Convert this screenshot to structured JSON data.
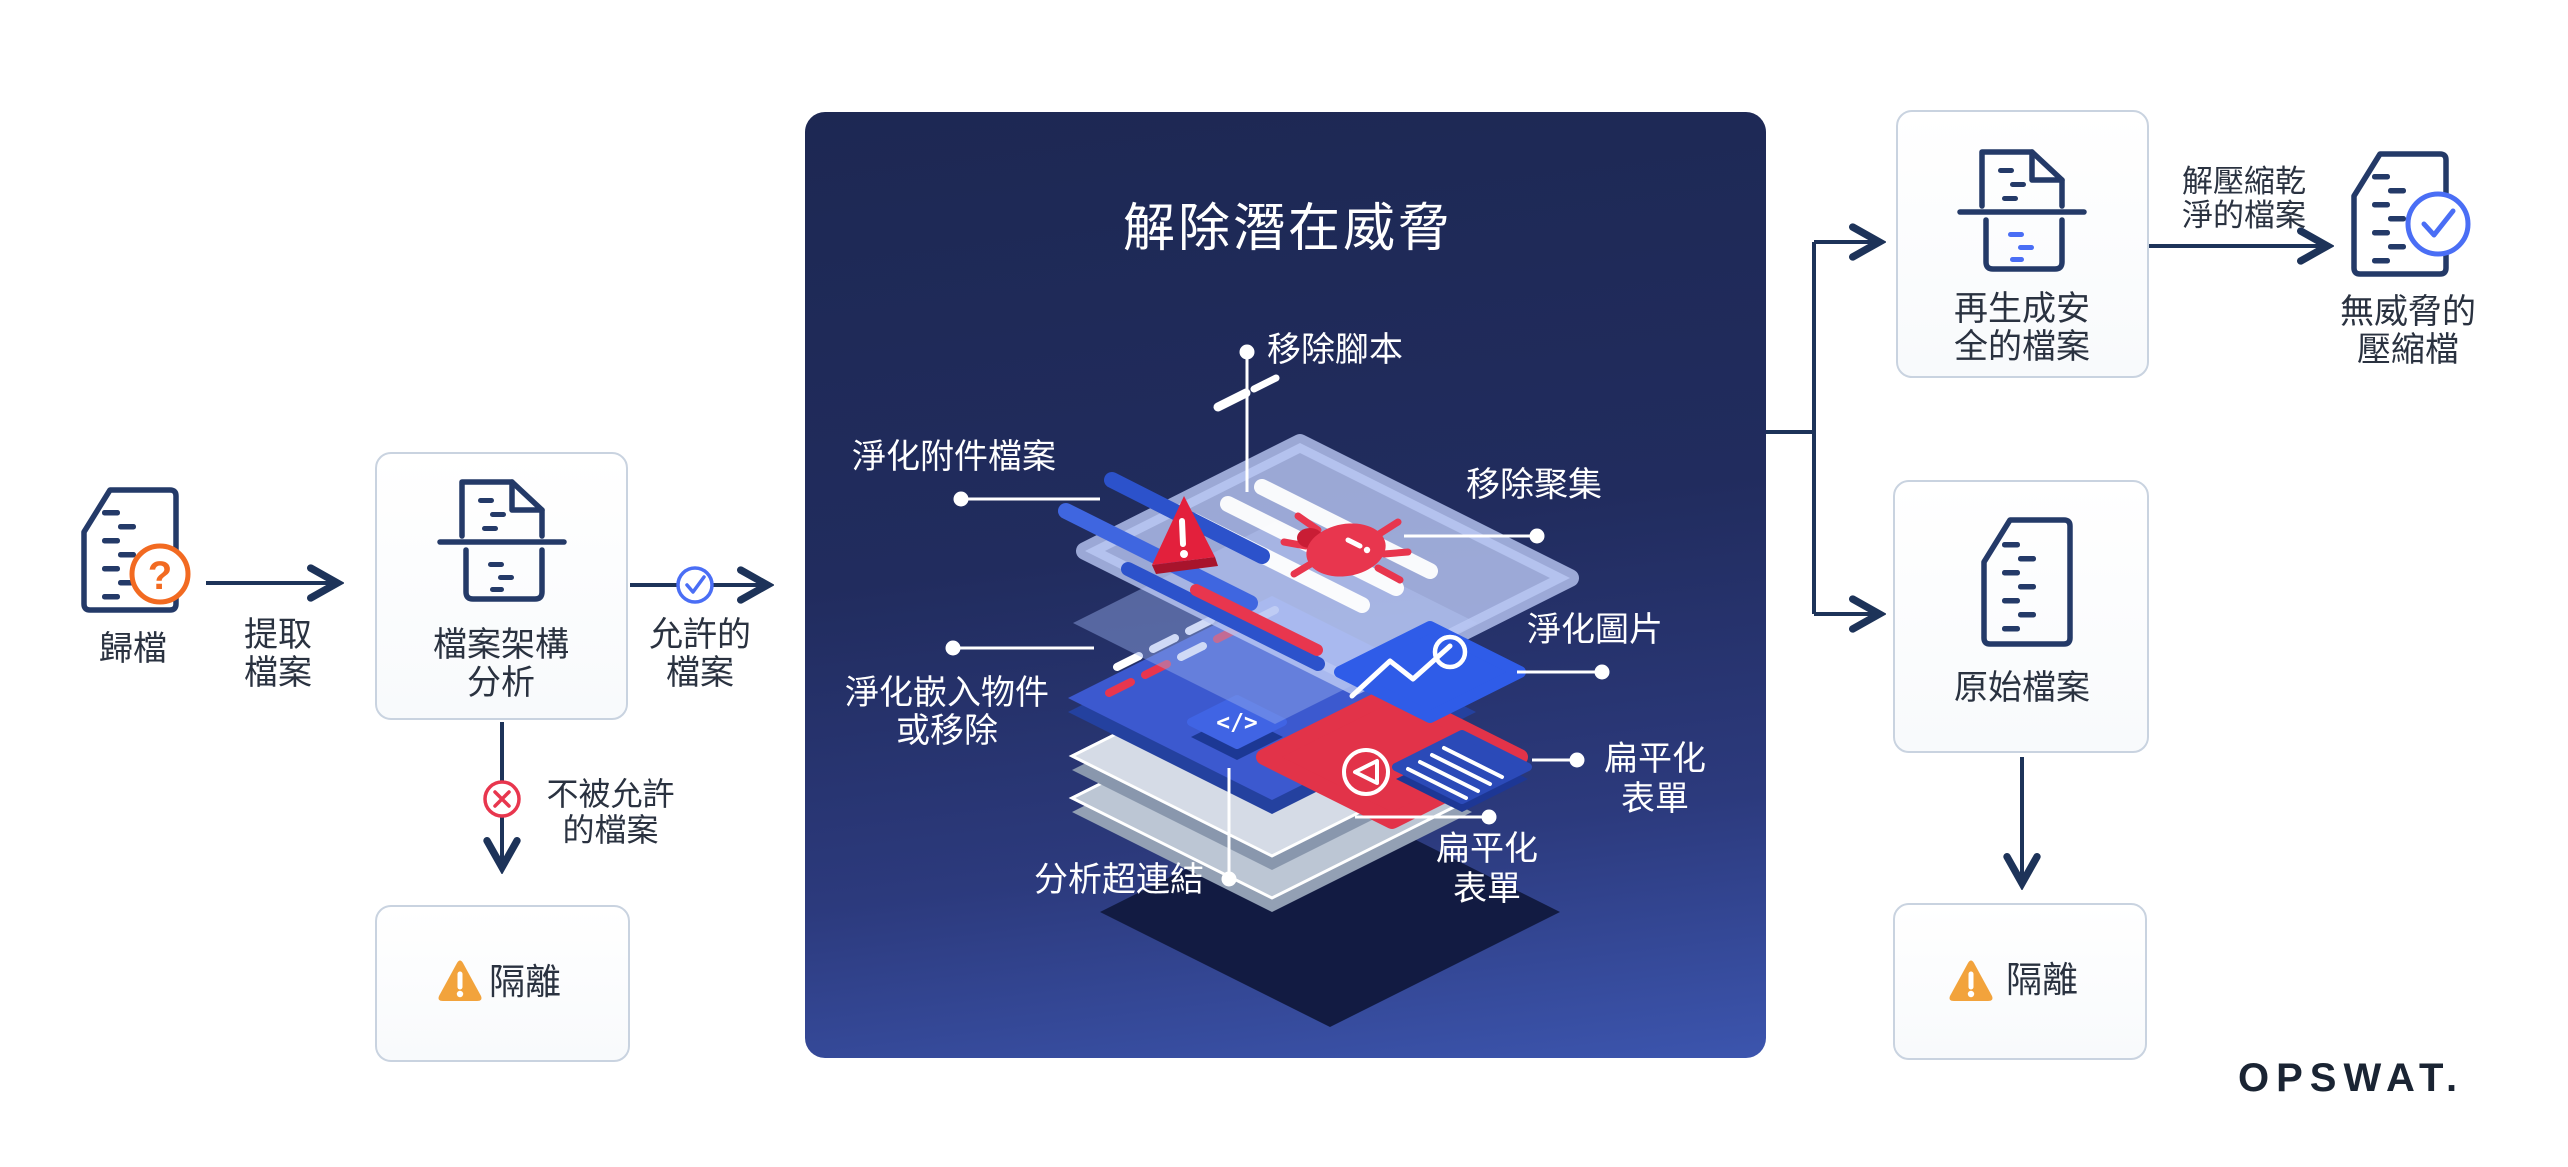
{
  "colors": {
    "navy_stroke": "#243a68",
    "arrow": "#1d3359",
    "orange_question": "#f26a21",
    "orange_warning": "#f2a33c",
    "red_reject": "#e8364e",
    "blue_allow": "#4a6ef5",
    "center_box_top": "#1d2853",
    "center_box_bottom": "#3c55ae",
    "label_dark": "#2a3240",
    "label_light": "#ffffff"
  },
  "left_flow": {
    "archive_label": "歸檔",
    "question_glyph": "?",
    "extract_l1": "提取",
    "extract_l2": "檔案",
    "analysis_l1": "檔案架構",
    "analysis_l2": "分析",
    "allowed_l1": "允許的",
    "allowed_l2": "檔案",
    "not_allowed_l1": "不被允許",
    "not_allowed_l2": "的檔案",
    "quarantine_label": "隔離"
  },
  "center": {
    "title": "解除潛在威脅",
    "labels": {
      "remove_scripts": "移除腳本",
      "sanitize_attachments": "淨化附件檔案",
      "remove_macros": "移除聚集",
      "sanitize_images": "淨化圖片",
      "sanitize_embedded_l1": "淨化嵌入物件",
      "sanitize_embedded_l2": "或移除",
      "flatten_forms_right_l1": "扁平化",
      "flatten_forms_right_l2": "表單",
      "flatten_forms_bottom_l1": "扁平化",
      "flatten_forms_bottom_l2": "表單",
      "analyze_hyperlinks": "分析超連結",
      "code_glyph": "</>"
    }
  },
  "right_flow": {
    "regenerate_l1": "再生成安",
    "regenerate_l2": "全的檔案",
    "decompress_l1": "解壓縮乾",
    "decompress_l2": "淨的檔案",
    "clean_archive_l1": "無威脅的",
    "clean_archive_l2": "壓縮檔",
    "original_label": "原始檔案",
    "quarantine_label": "隔離"
  },
  "brand": {
    "logo": "OPSWAT."
  }
}
